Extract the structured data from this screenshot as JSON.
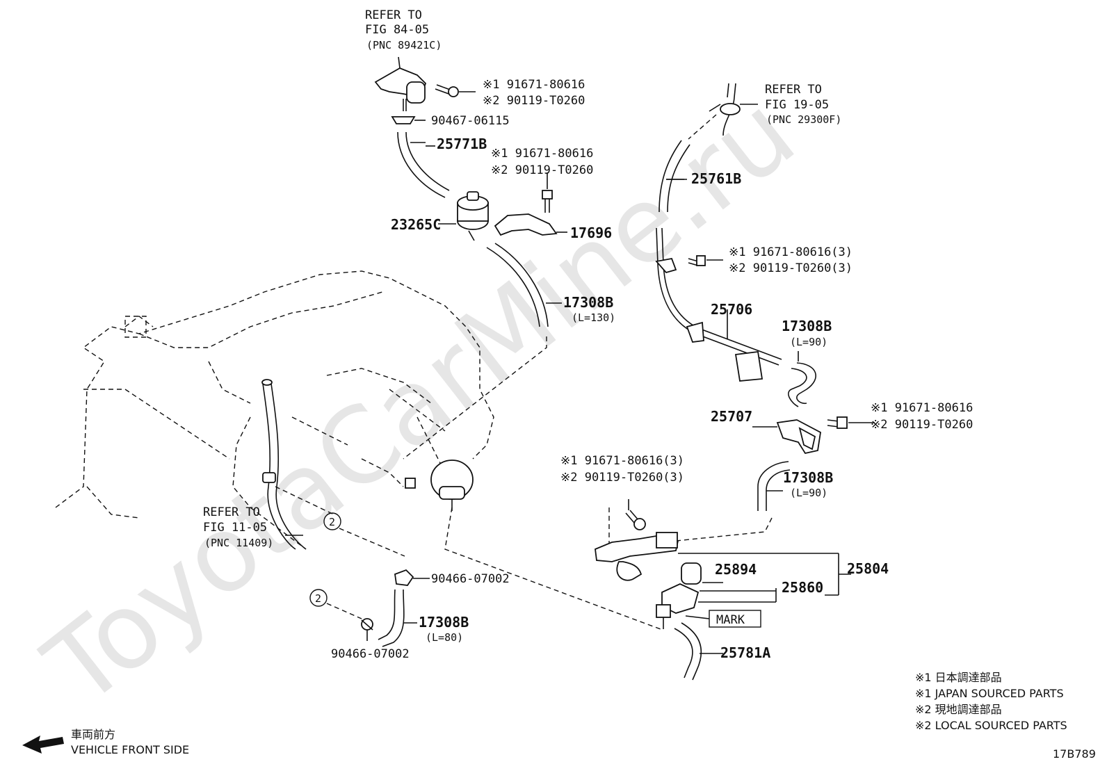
{
  "watermark": "ToyotaCarMine.ru",
  "refs": {
    "fig84": [
      "REFER TO",
      "FIG 84-05",
      "(PNC 89421C)"
    ],
    "fig19": [
      "REFER TO",
      "FIG 19-05",
      "(PNC 29300F)"
    ],
    "fig11": [
      "REFER TO",
      "FIG 11-05",
      "(PNC 11409)"
    ]
  },
  "callouts": {
    "top_bolt": [
      "※1 91671-80616",
      "※2 90119-T0260"
    ],
    "mid_bolt": [
      "※1 91671-80616",
      "※2 90119-T0260"
    ],
    "right_bolt_3": [
      "※1 91671-80616(3)",
      "※2 90119-T0260(3)"
    ],
    "right_bolt": [
      "※1 91671-80616",
      "※2 90119-T0260"
    ],
    "lower_bolt_3": [
      "※1 91671-80616(3)",
      "※2 90119-T0260(3)"
    ]
  },
  "parts": {
    "p90467": "90467-06115",
    "p25771B": "25771B",
    "p23265C": "23265C",
    "p17696": "17696",
    "p17308B_130": "17308B",
    "l130": "(L=130)",
    "p25761B": "25761B",
    "p25706": "25706",
    "p17308B_90a": "17308B",
    "l90a": "(L=90)",
    "p25707": "25707",
    "p17308B_90b": "17308B",
    "l90b": "(L=90)",
    "p25894": "25894",
    "p25860": "25860",
    "p25804": "25804",
    "mark": "MARK",
    "p25781A": "25781A",
    "p90466a": "90466-07002",
    "p17308B_80": "17308B",
    "l80": "(L=80)",
    "p90466b": "90466-07002",
    "circle2": "2"
  },
  "legend": [
    "※1 日本調達部品",
    "※1 JAPAN SOURCED PARTS",
    "※2 現地調達部品",
    "※2 LOCAL SOURCED PARTS"
  ],
  "front": {
    "jp": "車両前方",
    "en": "VEHICLE FRONT SIDE"
  },
  "figure_id": "17B789"
}
